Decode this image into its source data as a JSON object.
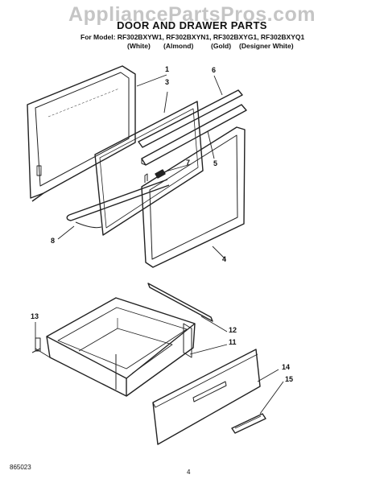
{
  "watermark": "AppliancePartsPros.com",
  "title": "DOOR AND DRAWER PARTS",
  "models": "For Model: RF302BXYW1, RF302BXYN1, RF302BXYG1, RF302BXYQ1",
  "variants": [
    "(White)",
    "(Almond)",
    "(Gold)",
    "(Designer White)"
  ],
  "callouts": [
    "1",
    "3",
    "6",
    "7",
    "5",
    "8",
    "4",
    "13",
    "12",
    "11",
    "14",
    "15"
  ],
  "footer": {
    "code": "865023",
    "page": "4"
  }
}
